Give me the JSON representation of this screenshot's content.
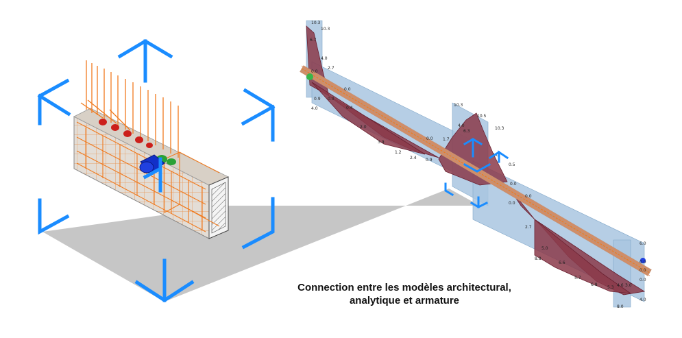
{
  "caption": {
    "line1": "Connection entre les modèles architectural,",
    "line2": "analytique et armature"
  },
  "moment_labels": [
    "10.3",
    "10.3",
    "6.7",
    "4.0",
    "2.7",
    "0.0",
    "0.0",
    "0.0",
    "4.0",
    "0.4",
    "0.9",
    "2.0",
    "3.9",
    "1.2",
    "2.4",
    "0.9",
    "0.0",
    "1.7",
    "10.3",
    "10.5",
    "4.0",
    "6.3",
    "10.3",
    "4.0",
    "0.5",
    "0.0",
    "0.0",
    "0.0",
    "2.7",
    "5.0",
    "8.8",
    "6.6",
    "5.7",
    "6.8",
    "5.3",
    "4.6",
    "3.0",
    "6.0",
    "0.0",
    "0.0",
    "0.0",
    "4.0",
    "8.0"
  ],
  "colors": {
    "selection_bracket": "#1a8cff",
    "reinforcement": "#f07a1e",
    "diagram_fill": "#8b3a4a",
    "plane": "#a9c6e0",
    "shadow": "#c6c6c6"
  },
  "icons": [
    "selection-bracket-icon",
    "support-icon"
  ]
}
